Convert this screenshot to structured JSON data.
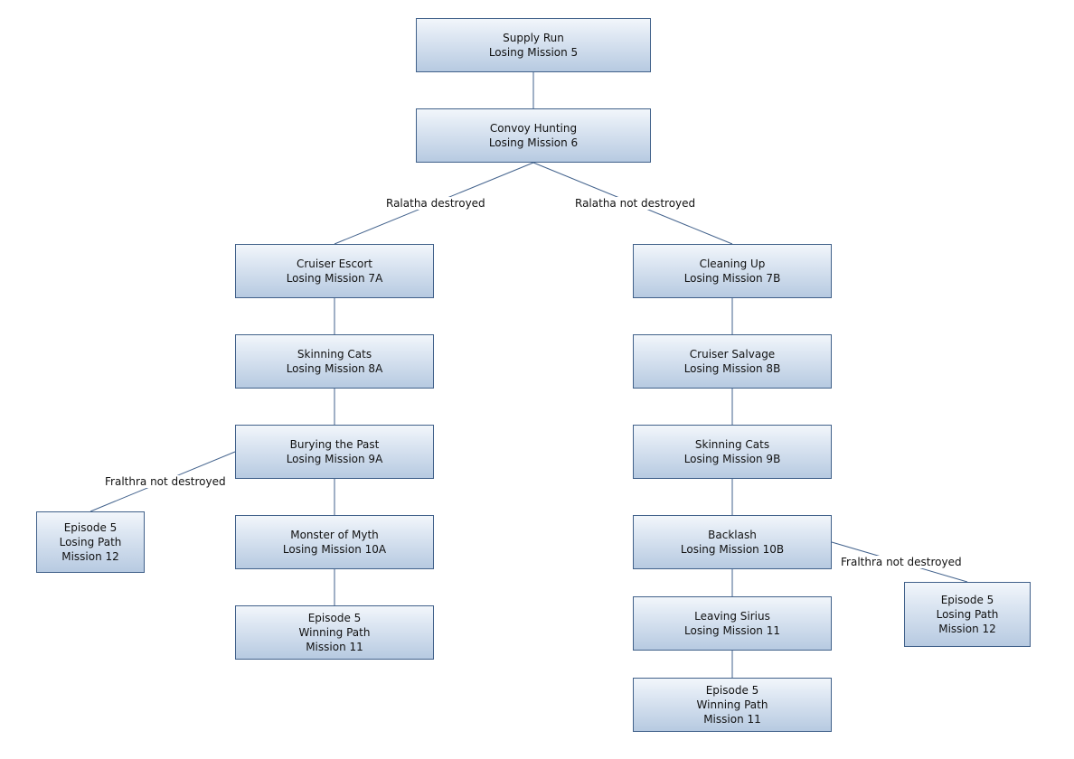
{
  "nodes": {
    "supply_run": "Supply Run\nLosing Mission 5",
    "convoy_hunting": "Convoy Hunting\nLosing Mission 6",
    "cruiser_escort": "Cruiser Escort\nLosing Mission 7A",
    "skinning_cats_8a": "Skinning Cats\nLosing Mission 8A",
    "burying_the_past": "Burying the Past\nLosing Mission 9A",
    "monster_of_myth": "Monster of Myth\nLosing Mission 10A",
    "episode5_winning_a": "Episode 5\nWinning Path\nMission 11",
    "episode5_losing_a": "Episode 5\nLosing Path\nMission 12",
    "cleaning_up": "Cleaning Up\nLosing Mission 7B",
    "cruiser_salvage": "Cruiser Salvage\nLosing Mission 8B",
    "skinning_cats_9b": "Skinning Cats\nLosing Mission 9B",
    "backlash": "Backlash\nLosing Mission 10B",
    "leaving_sirius": "Leaving Sirius\nLosing Mission 11",
    "episode5_winning_b": "Episode 5\nWinning Path\nMission 11",
    "episode5_losing_b": "Episode 5\nLosing Path\nMission 12"
  },
  "edge_labels": {
    "ralatha_destroyed": "Ralatha destroyed",
    "ralatha_not_destroyed": "Ralatha not destroyed",
    "fralthra_not_destroyed_left": "Fralthra not destroyed",
    "fralthra_not_destroyed_right": "Fralthra not destroyed"
  },
  "colors": {
    "node_border": "#41618a",
    "node_fill_top": "#f2f6fb",
    "node_fill_bottom": "#b7cae1",
    "connector": "#42628c"
  }
}
